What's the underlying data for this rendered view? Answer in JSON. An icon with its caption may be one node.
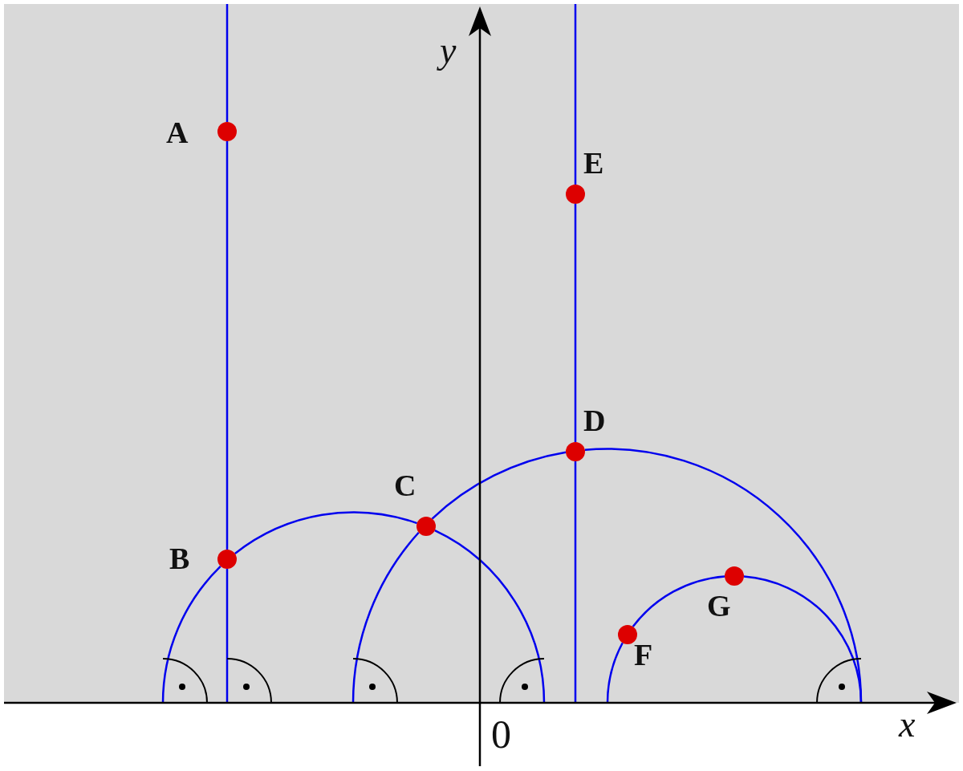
{
  "diagram": {
    "nodes": [
      {
        "text": [
          "A"
        ]
      },
      {
        "text": [
          "B"
        ]
      },
      {
        "text": [
          "C"
        ]
      },
      {
        "text": [
          "D"
        ]
      },
      {
        "text": [
          "E"
        ]
      },
      {
        "text": [
          "F"
        ]
      },
      {
        "text": [
          "G"
        ]
      },
      {
        "text": [],
        "shape": "arc"
      },
      {
        "text": [],
        "shape": "arc"
      },
      {
        "text": [],
        "shape": "arc"
      },
      {
        "text": [],
        "shape": "arc"
      },
      {
        "text": [],
        "shape": "arc"
      }
    ],
    "edges": [
      {
        "from": 0,
        "to": 1,
        "arrow": "none"
      },
      {
        "from": 1,
        "to": 2,
        "arrow": "none"
      },
      {
        "from": 2,
        "to": 3,
        "arrow": "none"
      },
      {
        "from": 3,
        "to": 4,
        "arrow": "none"
      },
      {
        "from": 5,
        "to": 6,
        "arrow": "none"
      },
      {
        "from": null,
        "to": 0,
        "arrow": "none"
      },
      {
        "from": 1,
        "to": 8,
        "arrow": "none"
      },
      {
        "from": null,
        "to": 4,
        "arrow": "none"
      },
      {
        "from": 3,
        "to": null,
        "arrow": "none"
      },
      {
        "from": 7,
        "to": 1,
        "arrow": "none"
      },
      {
        "from": 2,
        "to": 10,
        "arrow": "none"
      },
      {
        "from": 9,
        "to": 2,
        "arrow": "none"
      },
      {
        "from": 3,
        "to": 11,
        "arrow": "none"
      },
      {
        "from": null,
        "to": 5,
        "arrow": "none"
      },
      {
        "from": 6,
        "to": 11,
        "arrow": "none"
      }
    ],
    "labels": [
      "y",
      "x",
      "0"
    ]
  }
}
